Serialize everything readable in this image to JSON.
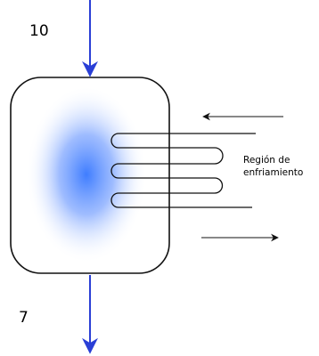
{
  "labels": {
    "top_number": "10",
    "bottom_number": "7",
    "region_line1": "Región de",
    "region_line2": "enfriamiento"
  },
  "colors": {
    "flow_arrow": "#2a3fd6",
    "outline": "#111111",
    "glow_center": "#3f7dff",
    "glow_edge": "#ffffff"
  }
}
